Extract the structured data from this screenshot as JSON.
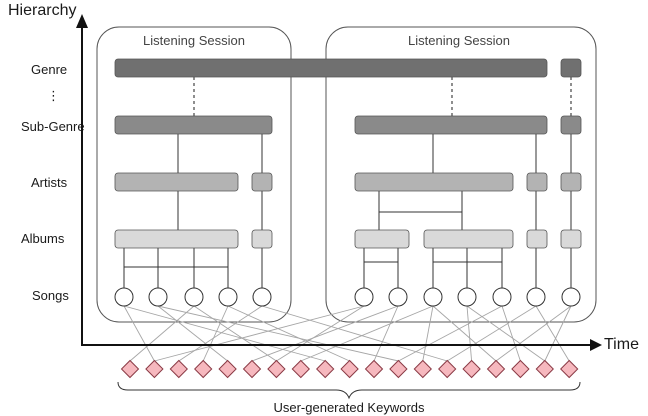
{
  "axis": {
    "y_title": "Hierarchy",
    "x_title": "Time"
  },
  "levels": [
    "Genre",
    "Sub-Genre",
    "Artists",
    "Albums",
    "Songs"
  ],
  "vertical_ellipsis": "⋮",
  "sessions": [
    {
      "label": "Listening Session"
    },
    {
      "label": "Listening Session"
    }
  ],
  "keywords_label": "User-generated Keywords",
  "keyword_count": 19,
  "song_count": 12,
  "colors": {
    "genre": "#707070",
    "subgenre": "#8a8a8a",
    "artist": "#b3b3b3",
    "album": "#d9d9d9",
    "keyword_fill": "#f6b8be",
    "keyword_stroke": "#8a3a45"
  }
}
